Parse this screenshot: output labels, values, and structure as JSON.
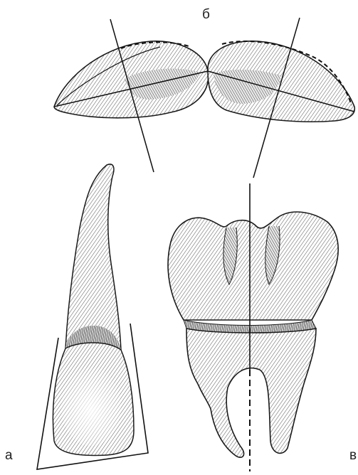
{
  "figure": {
    "labels": {
      "b": "б",
      "a": "а",
      "v": "в"
    },
    "colors": {
      "ink": "#1a1a1a",
      "shade": "#bdbdbd",
      "paper": "#ffffff"
    }
  }
}
